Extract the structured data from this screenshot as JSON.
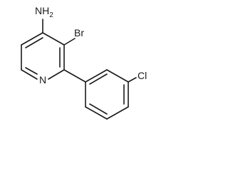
{
  "molecule": {
    "atoms": {
      "amine": {
        "symbol": "N",
        "hydrogens": "H",
        "hcount": "2"
      },
      "bromine": "Br",
      "ring_nitrogen": "N",
      "chlorine": "Cl"
    }
  },
  "colors": {
    "bond": "#1a1a1a",
    "label": "#1a1a1a",
    "background": "#ffffff"
  }
}
